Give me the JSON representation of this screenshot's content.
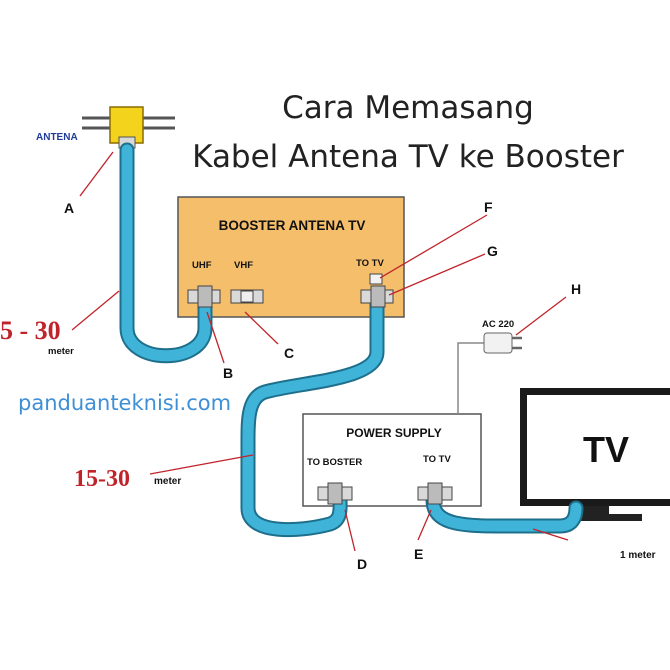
{
  "title": {
    "line1": "Cara Memasang",
    "line2": "Kabel Antena TV ke Booster"
  },
  "watermark": "panduanteknisi.com",
  "antenna": {
    "label": "ANTENA"
  },
  "booster": {
    "title": "BOOSTER ANTENA TV",
    "port_uhf": "UHF",
    "port_vhf": "VHF",
    "port_to_tv": "TO TV"
  },
  "power_supply": {
    "title": "POWER SUPPLY",
    "port_to_booster": "TO BOSTER",
    "port_to_tv": "TO TV"
  },
  "plug": {
    "label": "AC 220"
  },
  "tv": {
    "label": "TV"
  },
  "callouts": {
    "a": "A",
    "b": "B",
    "c": "C",
    "d": "D",
    "e": "E",
    "f": "F",
    "g": "G",
    "h": "H"
  },
  "lengths": {
    "antenna_cable": {
      "value": "5 - 30",
      "unit": "meter"
    },
    "booster_cable": {
      "value": "15-30",
      "unit": "meter"
    },
    "tv_cable": {
      "value": "1 meter"
    }
  },
  "colors": {
    "cable": "#3fb4d8",
    "cable_outline": "#1e6f8c",
    "booster_fill": "#f5be6b",
    "antenna_fill": "#f3d31b",
    "accent_red": "#c0242b",
    "watermark": "#3f8fd6"
  }
}
